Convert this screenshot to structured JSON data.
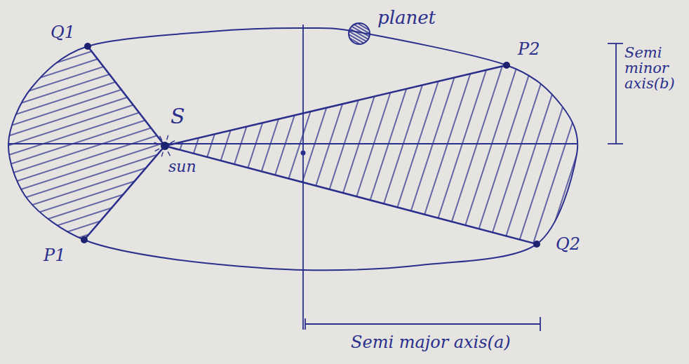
{
  "diagram": {
    "labels": [
      "Q1",
      "planet",
      "P2",
      "S",
      "sun",
      "P1",
      "Q2",
      "Semi minor axis(b)",
      "Semi major axis(a)"
    ]
  }
}
